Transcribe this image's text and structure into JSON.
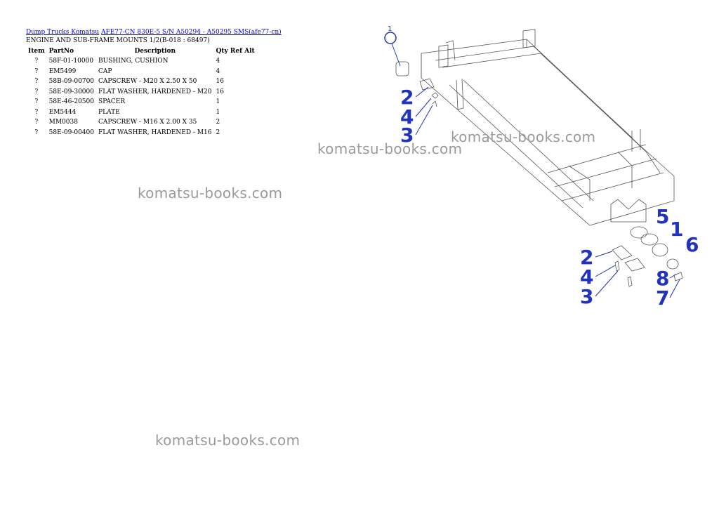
{
  "breadcrumb": {
    "link1": "Dump Trucks Komatsu",
    "link2": "AFE77-CN 830E-5 S/N A50294 - A50295 SMS(afe77-cn)"
  },
  "subtitle": "ENGINE AND SUB-FRAME MOUNTS 1/2(B-018 : 68497)",
  "table": {
    "headers": [
      "Item",
      "PartNo",
      "Description",
      "Qty Ref Alt"
    ],
    "rows": [
      [
        "?",
        "58F-01-10000",
        "BUSHING, CUSHION",
        "4"
      ],
      [
        "?",
        "EM5499",
        "CAP",
        "4"
      ],
      [
        "?",
        "58B-09-00700",
        "CAPSCREW - M20 X 2.50 X 50",
        "16"
      ],
      [
        "?",
        "58E-09-30000",
        "FLAT WASHER, HARDENED - M20",
        "16"
      ],
      [
        "?",
        "58E-46-20500",
        "SPACER",
        "1"
      ],
      [
        "?",
        "EM5444",
        "PLATE",
        "1"
      ],
      [
        "?",
        "MM0038",
        "CAPSCREW - M16 X 2.00 X 35",
        "2"
      ],
      [
        "?",
        "58E-09-00400",
        "FLAT WASHER, HARDENED - M16",
        "2"
      ]
    ]
  },
  "watermark": "komatsu-books.com",
  "diagram": {
    "callouts_top": [
      "1",
      "2",
      "4",
      "3"
    ],
    "callouts_bottom": [
      "5",
      "1",
      "6",
      "2",
      "4",
      "3",
      "8",
      "7"
    ]
  }
}
